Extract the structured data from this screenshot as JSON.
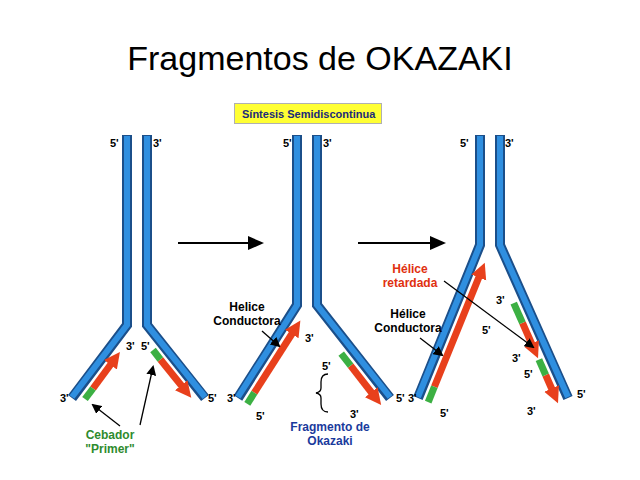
{
  "diagram": {
    "title": "Fragmentos de OKAZAKI",
    "nodes": [
      {
        "text": [
          "Síntesis Semidiscontinua"
        ]
      }
    ],
    "labels": [
      "5'",
      "3'",
      "3'",
      "3'",
      "5'",
      "5'",
      "Cebador \"Primer\"",
      "5'",
      "3'",
      "Helice Conductora",
      "3'",
      "5'",
      "3'",
      "5'",
      "5'",
      "3'",
      "Fragmento de Okazaki",
      "5'",
      "3'",
      "Hélice retardada",
      "Hélice Conductora",
      "3'",
      "5'",
      "3'",
      "5'",
      "3'",
      "5'",
      "3'",
      "5'"
    ]
  }
}
